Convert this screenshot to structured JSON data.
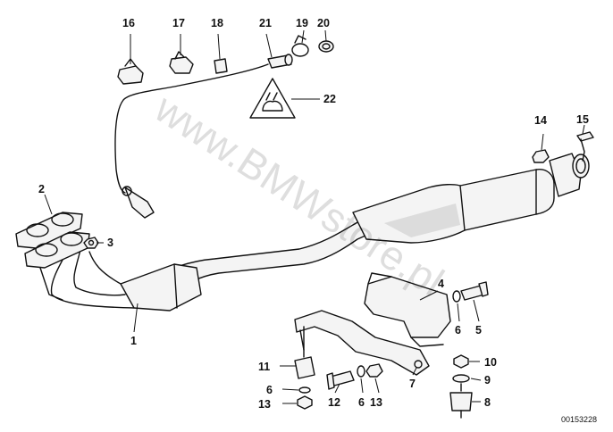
{
  "watermark": "www.BMWstore.pl",
  "document_id": "00153228",
  "callouts": {
    "c1": "1",
    "c2": "2",
    "c3": "3",
    "c4": "4",
    "c5": "5",
    "c6a": "6",
    "c6b": "6",
    "c6c": "6",
    "c7": "7",
    "c8": "8",
    "c9": "9",
    "c10": "10",
    "c11": "11",
    "c12": "12",
    "c13a": "13",
    "c13b": "13",
    "c14": "14",
    "c15": "15",
    "c16": "16",
    "c17": "17",
    "c18": "18",
    "c19": "19",
    "c20": "20",
    "c21": "21",
    "c22": "22"
  }
}
